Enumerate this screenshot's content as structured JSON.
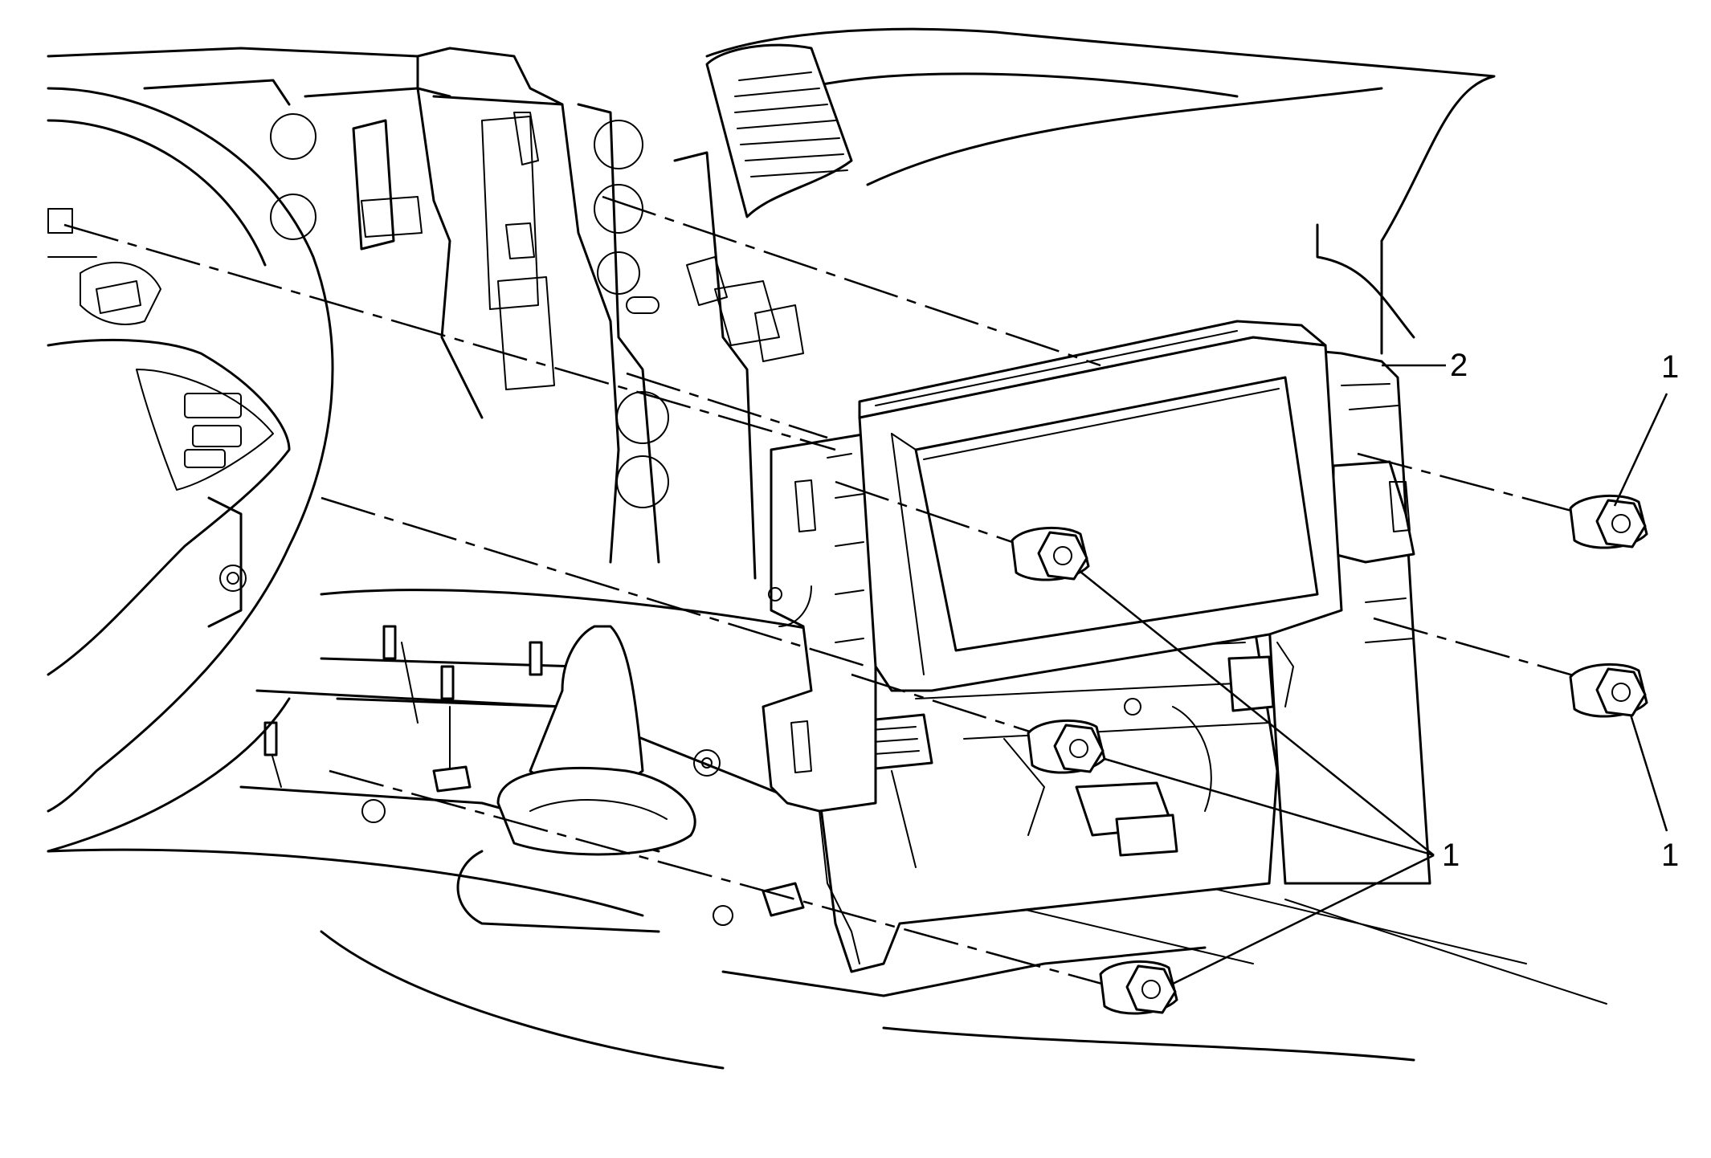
{
  "callouts": {
    "bolt_top_right": "1",
    "bolt_mid_right": "1",
    "bolt_group": "1",
    "radio_module": "2"
  }
}
